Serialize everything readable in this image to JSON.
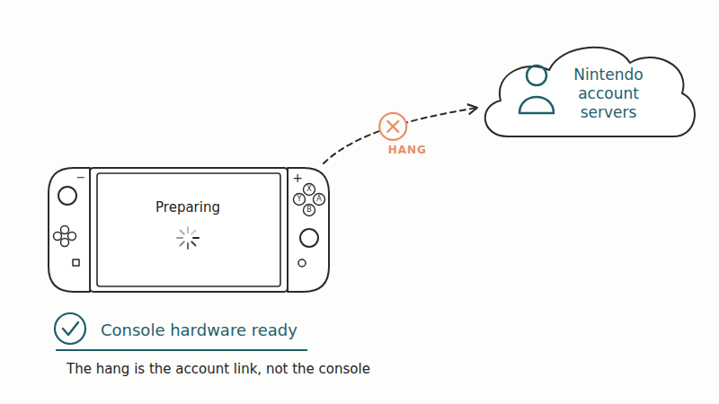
{
  "diagram": {
    "nodes": [
      {
        "text": [
          "Preparing"
        ]
      },
      {
        "text": [
          "Nintendo account servers"
        ]
      }
    ],
    "edges": [
      {
        "from": 0,
        "to": 1,
        "arrow": "to",
        "label": "HANG"
      }
    ],
    "labels": [
      "−",
      "+",
      "X",
      "Y",
      "A",
      "B",
      "Console hardware ready",
      "The hang is the account link, not the console"
    ]
  }
}
